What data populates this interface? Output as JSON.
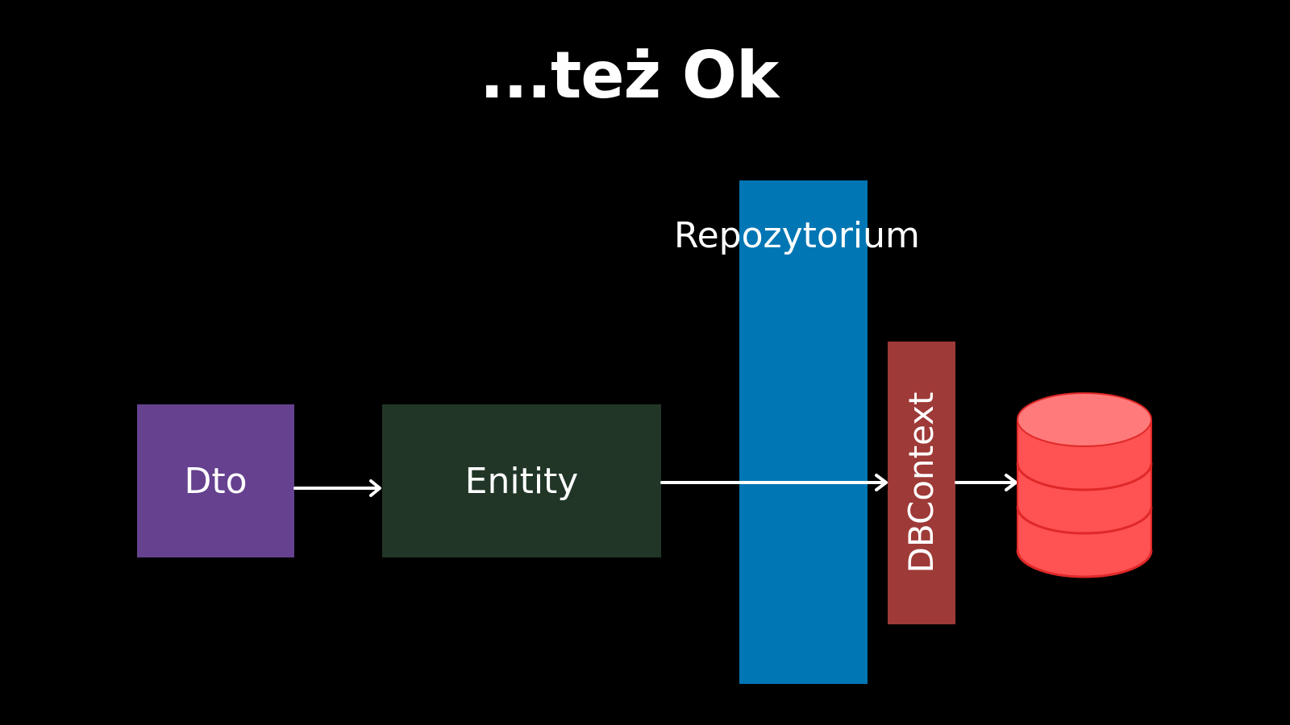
{
  "slide": {
    "title": "...też Ok"
  },
  "nodes": {
    "dto": {
      "label": "Dto",
      "color": "#65418f"
    },
    "entity": {
      "label": "Enitity",
      "color": "#213627"
    },
    "repository": {
      "label": "Repozytorium",
      "color": "#0076b4"
    },
    "dbcontext": {
      "label": "DBContext",
      "color": "#9e3a37"
    },
    "database": {
      "icon": "database-icon",
      "color": "#ff5252"
    }
  },
  "colors": {
    "background": "#000000",
    "text": "#ffffff",
    "arrow": "#ffffff"
  }
}
